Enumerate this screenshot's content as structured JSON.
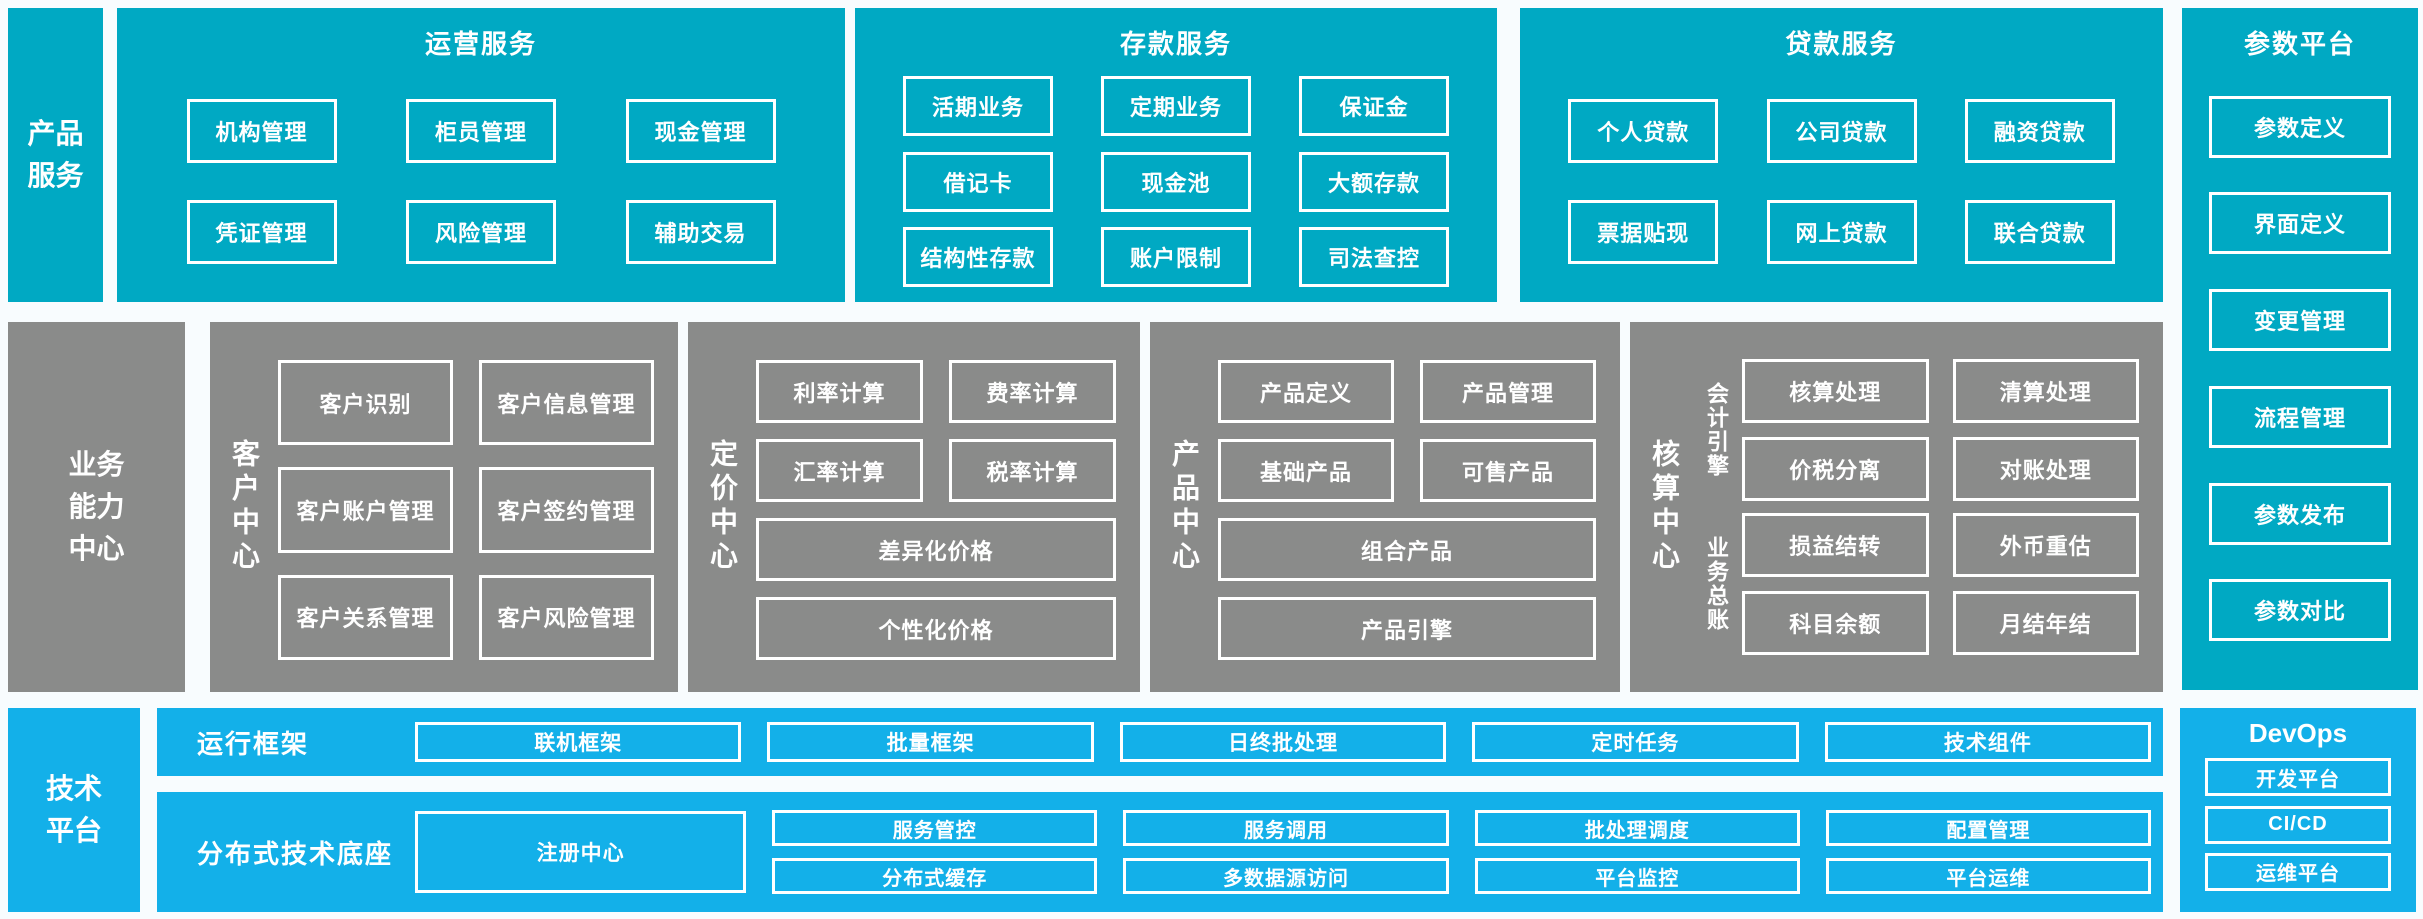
{
  "colors": {
    "teal": "#00a9c3",
    "cyan": "#13b0e9",
    "gray": "#8a8b8a",
    "background": "#f8fcfe",
    "box_border": "#ffffff"
  },
  "bands": {
    "product": {
      "label": "产品\n服务"
    },
    "business": {
      "label": "业务\n能力\n中心"
    },
    "tech": {
      "label": "技术\n平台"
    }
  },
  "operations": {
    "title": "运营服务",
    "items": [
      "机构管理",
      "柜员管理",
      "现金管理",
      "凭证管理",
      "风险管理",
      "辅助交易"
    ]
  },
  "deposit": {
    "title": "存款服务",
    "items": [
      "活期业务",
      "定期业务",
      "保证金",
      "借记卡",
      "现金池",
      "大额存款",
      "结构性存款",
      "账户限制",
      "司法查控"
    ]
  },
  "loan": {
    "title": "贷款服务",
    "items": [
      "个人贷款",
      "公司贷款",
      "融资贷款",
      "票据贴现",
      "网上贷款",
      "联合贷款"
    ]
  },
  "params": {
    "title": "参数平台",
    "items": [
      "参数定义",
      "界面定义",
      "变更管理",
      "流程管理",
      "参数发布",
      "参数对比"
    ]
  },
  "customer": {
    "label": "客户中心",
    "items": [
      "客户识别",
      "客户信息管理",
      "客户账户管理",
      "客户签约管理",
      "客户关系管理",
      "客户风险管理"
    ]
  },
  "pricing": {
    "label": "定价中心",
    "items": [
      "利率计算",
      "费率计算",
      "汇率计算",
      "税率计算"
    ],
    "wide_items": [
      "差异化价格",
      "个性化价格"
    ]
  },
  "product_center": {
    "label": "产品中心",
    "items": [
      "产品定义",
      "产品管理",
      "基础产品",
      "可售产品"
    ],
    "wide_items": [
      "组合产品",
      "产品引擎"
    ]
  },
  "accounting": {
    "label": "核算中心",
    "groups": [
      {
        "label": "会计引擎",
        "items": [
          "核算处理",
          "清算处理",
          "价税分离",
          "对账处理"
        ]
      },
      {
        "label": "业务总账",
        "items": [
          "损益结转",
          "外币重估",
          "科目余额",
          "月结年结"
        ]
      }
    ]
  },
  "runtime": {
    "label": "运行框架",
    "items": [
      "联机框架",
      "批量框架",
      "日终批处理",
      "定时任务",
      "技术组件"
    ]
  },
  "distributed": {
    "label": "分布式技术底座",
    "registry": "注册中心",
    "items": [
      "服务管控",
      "服务调用",
      "批处理调度",
      "配置管理",
      "分布式缓存",
      "多数据源访问",
      "平台监控",
      "平台运维"
    ]
  },
  "devops": {
    "title": "DevOps",
    "items": [
      "开发平台",
      "CI/CD",
      "运维平台"
    ]
  }
}
